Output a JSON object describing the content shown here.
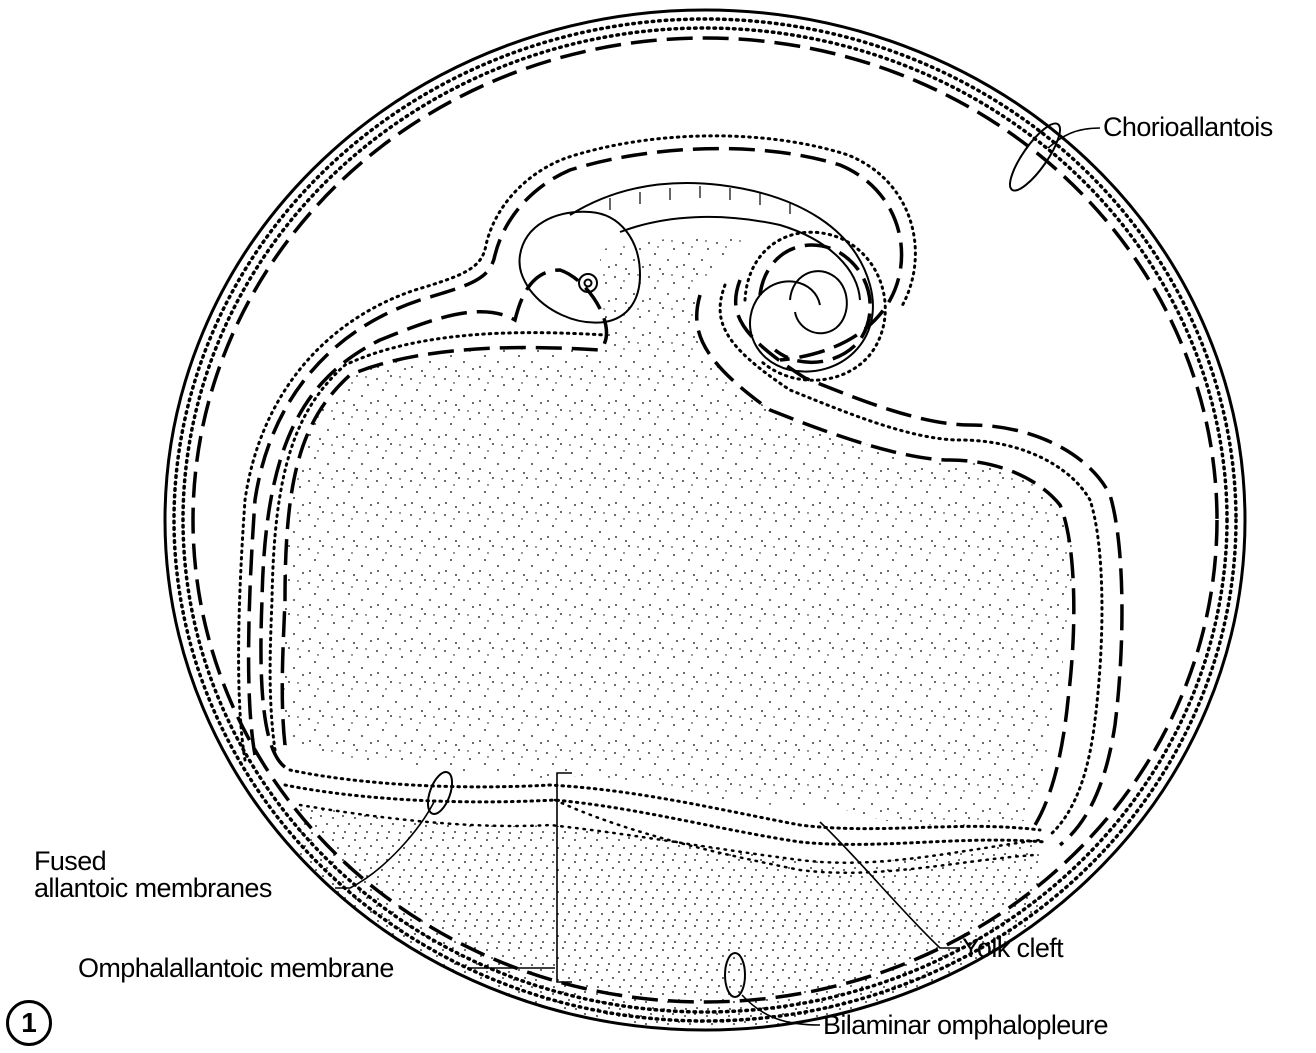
{
  "labels": {
    "chorioallantois": "Chorioallantois",
    "fused_line1": "Fused",
    "fused_line2": "allantoic  membranes",
    "omphalallantoic": "Omphalallantoic membrane",
    "yolk_cleft": "Yolk cleft",
    "bilaminar": "Bilaminar  omphalopleure"
  },
  "figure_number": "1",
  "colors": {
    "ink": "#000000",
    "background": "#ffffff"
  }
}
